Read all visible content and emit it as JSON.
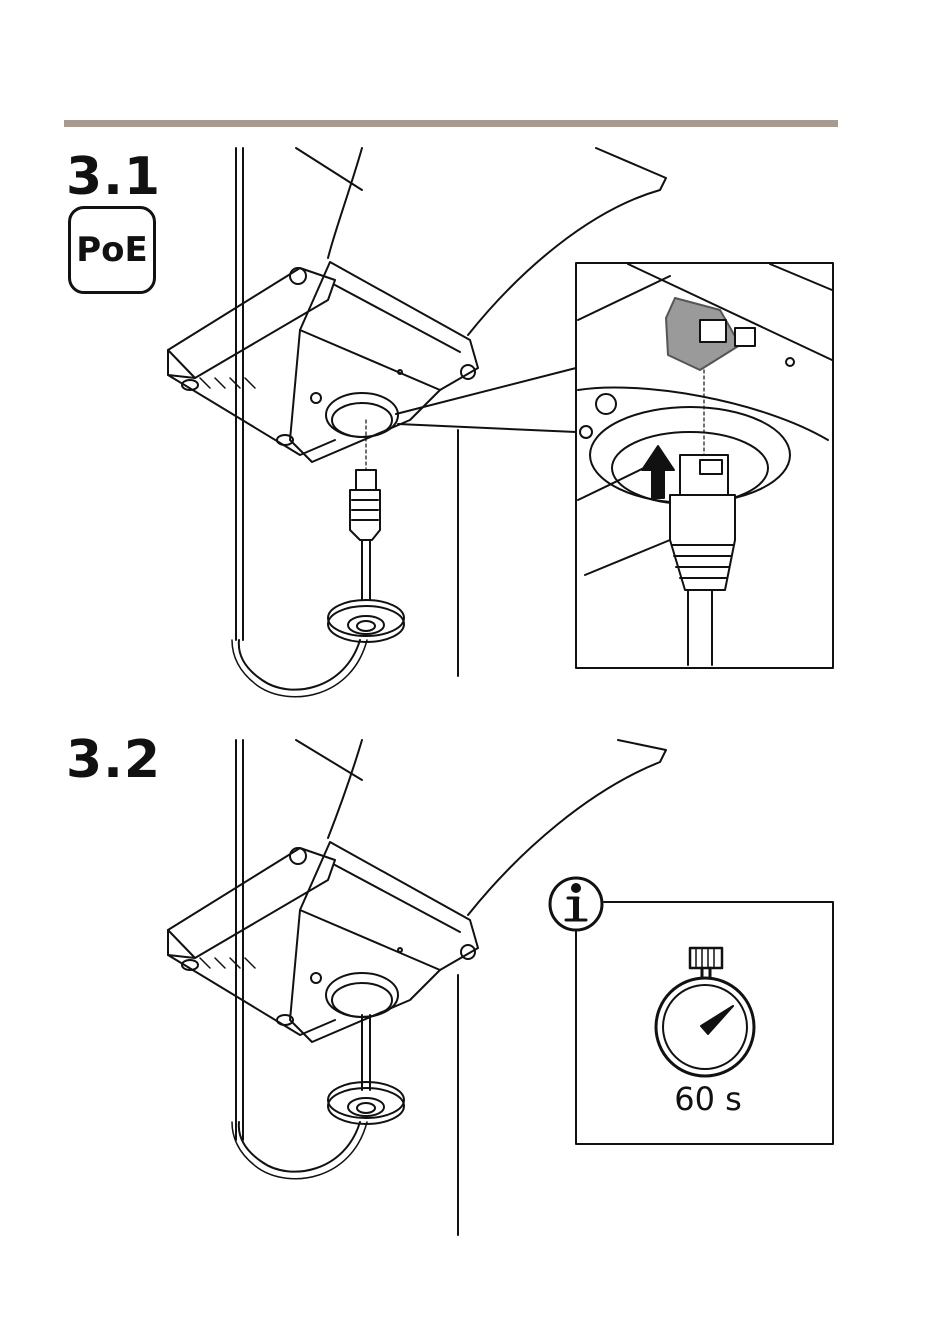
{
  "steps": [
    {
      "number": "3.1",
      "badge": "PoE"
    },
    {
      "number": "3.2"
    }
  ],
  "info": {
    "icon": "info-icon",
    "timer_label": "60 s",
    "timer_icon": "stopwatch-icon"
  },
  "colors": {
    "rule": "#a79a8f",
    "line": "#111111",
    "port_gray": "#9a9a9a"
  }
}
